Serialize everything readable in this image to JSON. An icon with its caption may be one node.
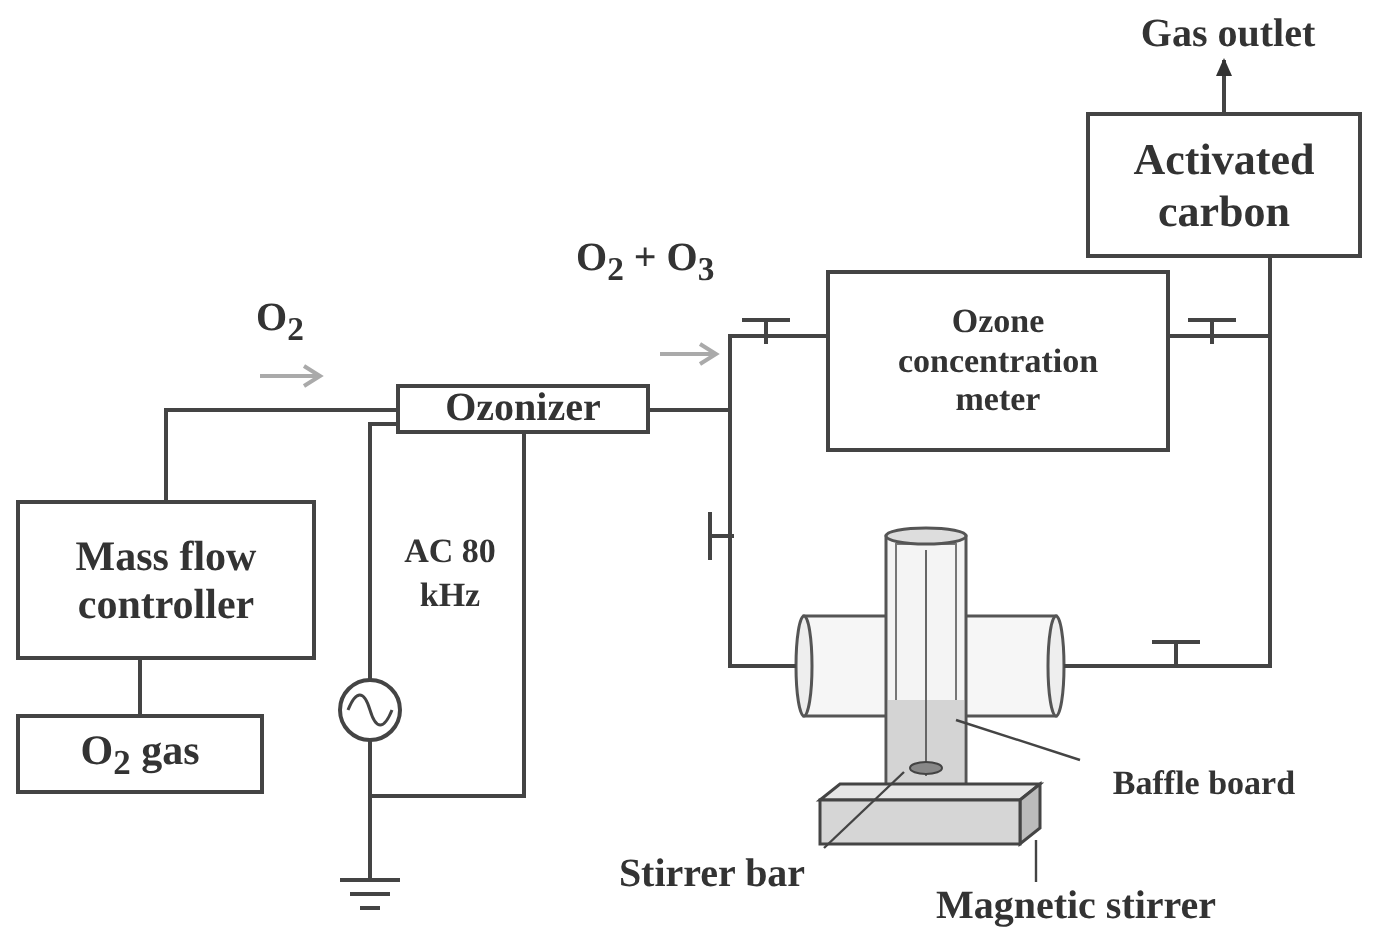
{
  "diagram": {
    "nodes": [
      {
        "text": [
          "Gas outlet"
        ]
      },
      {
        "text": [
          "Activated carbon"
        ]
      },
      {
        "text": [
          "Ozone concentration meter"
        ]
      },
      {
        "text": [
          "Ozonizer"
        ]
      },
      {
        "text": [
          "Mass flow controller"
        ]
      },
      {
        "text": [],
        "shape": "circle"
      },
      {
        "text": [],
        "shape": "picture"
      },
      {
        "text": [
          "O$_{2}$ gas"
        ]
      },
      {
        "text": [
          "Baffle board"
        ]
      },
      {
        "text": [],
        "shape": "ground"
      },
      {
        "text": [
          "Stirrer bar"
        ]
      },
      {
        "text": [],
        "shape": "box"
      },
      {
        "text": [
          "Magnetic stirrer"
        ]
      }
    ],
    "edges": [
      {
        "from": 7,
        "to": 4,
        "arrow": "none"
      },
      {
        "from": 4,
        "to": 3,
        "arrow": "none"
      },
      {
        "from": 3,
        "to": 2,
        "arrow": "none"
      },
      {
        "from": 3,
        "to": 6,
        "arrow": "none"
      },
      {
        "from": 2,
        "to": 1,
        "arrow": "none"
      },
      {
        "from": 6,
        "to": 1,
        "arrow": "none"
      },
      {
        "from": 1,
        "to": 0,
        "arrow": "to"
      },
      {
        "from": 3,
        "to": 5,
        "arrow": "none"
      },
      {
        "from": 5,
        "to": 9,
        "arrow": "none"
      },
      {
        "from": 3,
        "to": 9,
        "arrow": "none"
      },
      {
        "from": 8,
        "to": 6,
        "arrow": "none"
      },
      {
        "from": 10,
        "to": 6,
        "arrow": "none"
      },
      {
        "from": 12,
        "to": 11,
        "arrow": "none"
      }
    ],
    "labels": [
      "O$_{2}$ + O$_{3}$",
      "O$_{2}$",
      "AC 80 kHz"
    ]
  }
}
